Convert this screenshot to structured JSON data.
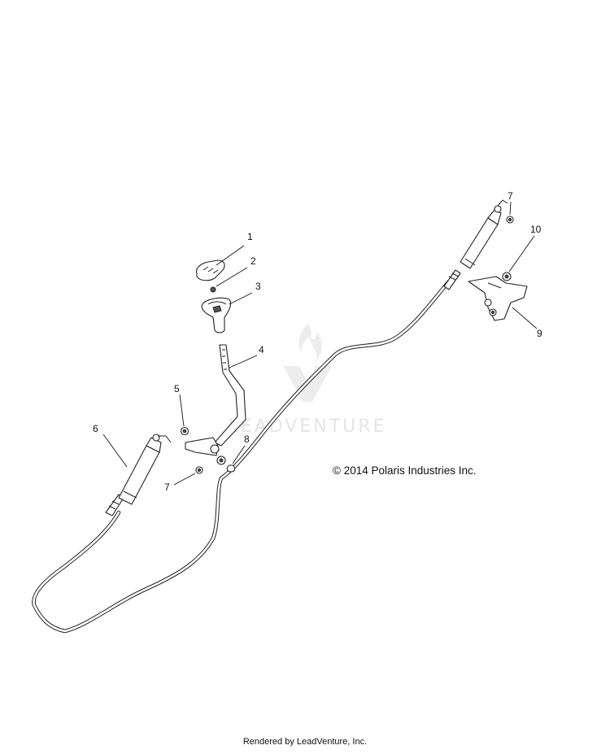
{
  "watermark": {
    "text": "LEADVENTURE"
  },
  "callouts": [
    {
      "id": "1",
      "label": "1"
    },
    {
      "id": "2",
      "label": "2"
    },
    {
      "id": "3",
      "label": "3"
    },
    {
      "id": "4",
      "label": "4"
    },
    {
      "id": "5",
      "label": "5"
    },
    {
      "id": "6",
      "label": "6"
    },
    {
      "id": "7a",
      "label": "7"
    },
    {
      "id": "7b",
      "label": "7"
    },
    {
      "id": "8",
      "label": "8"
    },
    {
      "id": "9",
      "label": "9"
    },
    {
      "id": "10",
      "label": "10"
    }
  ],
  "copyright": "© 2014 Polaris Industries Inc.",
  "footer": "Rendered by LeadVenture, Inc."
}
